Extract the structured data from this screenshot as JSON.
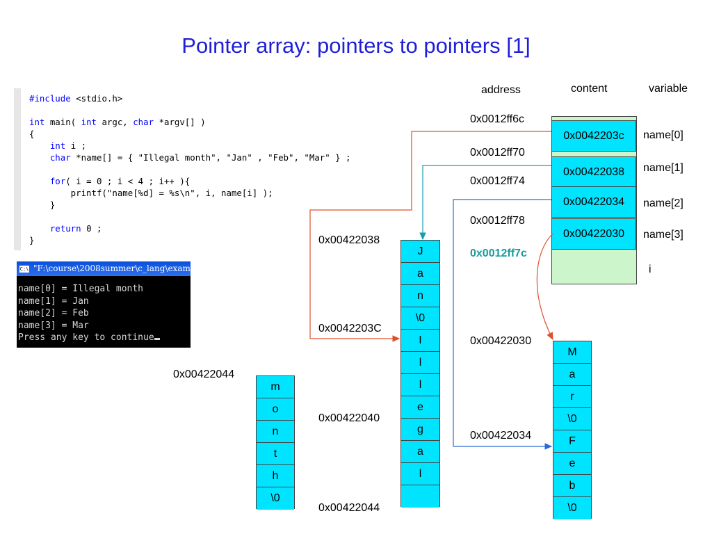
{
  "title": "Pointer array: pointers to pointers  [1]",
  "code_lines": [
    [
      {
        "t": "#include",
        "c": "pp"
      },
      {
        "t": " <stdio.h>",
        "c": ""
      }
    ],
    [],
    [
      {
        "t": "int",
        "c": "kw"
      },
      {
        "t": " main( ",
        "c": ""
      },
      {
        "t": "int",
        "c": "kw"
      },
      {
        "t": " argc, ",
        "c": ""
      },
      {
        "t": "char",
        "c": "kw"
      },
      {
        "t": " *argv[] )",
        "c": ""
      }
    ],
    [
      {
        "t": "{",
        "c": ""
      }
    ],
    [
      {
        "t": "    ",
        "c": ""
      },
      {
        "t": "int",
        "c": "kw"
      },
      {
        "t": " i ;",
        "c": ""
      }
    ],
    [
      {
        "t": "    ",
        "c": ""
      },
      {
        "t": "char",
        "c": "kw"
      },
      {
        "t": " *name[] = { \"Illegal month\", \"Jan\" , \"Feb\", \"Mar\" } ;",
        "c": ""
      }
    ],
    [],
    [
      {
        "t": "    ",
        "c": ""
      },
      {
        "t": "for",
        "c": "kw"
      },
      {
        "t": "( i = 0 ; i < 4 ; i++ ){",
        "c": ""
      }
    ],
    [
      {
        "t": "        printf(\"name[%d] = %s\\n\", i, name[i] );",
        "c": ""
      }
    ],
    [
      {
        "t": "    }",
        "c": ""
      }
    ],
    [],
    [
      {
        "t": "    ",
        "c": ""
      },
      {
        "t": "return",
        "c": "kw"
      },
      {
        "t": " 0 ;",
        "c": ""
      }
    ],
    [
      {
        "t": "}",
        "c": ""
      }
    ]
  ],
  "console": {
    "title": "\"F:\\course\\2008summer\\c_lang\\exam",
    "lines": [
      "name[0] = Illegal month",
      "name[1] = Jan",
      "name[2] = Feb",
      "name[3] = Mar",
      "Press any key to continue"
    ]
  },
  "headers": {
    "address": "address",
    "content": "content",
    "variable": "variable"
  },
  "pointer_table": {
    "addresses": [
      "0x0012ff6c",
      "0x0012ff70",
      "0x0012ff74",
      "0x0012ff78",
      "0x0012ff7c"
    ],
    "contents": [
      "0x0042203c",
      "0x00422038",
      "0x00422034",
      "0x00422030"
    ],
    "variables": [
      "name[0]",
      "name[1]",
      "name[2]",
      "name[3]",
      "i"
    ]
  },
  "string_blocks": {
    "jan_illegal": {
      "chars": [
        "J",
        "a",
        "n",
        "\\0",
        "I",
        "l",
        "l",
        "e",
        "g",
        "a",
        "l",
        ""
      ],
      "addr_labels": [
        "0x00422038",
        "0x0042203C",
        "0x00422040",
        "0x00422044"
      ]
    },
    "month": {
      "chars": [
        "m",
        "o",
        "n",
        "t",
        "h",
        "\\0"
      ],
      "addr_label": "0x00422044"
    },
    "mar_feb": {
      "chars": [
        "M",
        "a",
        "r",
        "\\0",
        "F",
        "e",
        "b",
        "\\0"
      ],
      "addr_labels": [
        "0x00422030",
        "0x00422034"
      ]
    }
  },
  "colors": {
    "title": "#1f1fd8",
    "cell": "#00e4ff",
    "memory": "#ccf5cc",
    "arrow_red": "#e0502a",
    "arrow_teal": "#1a9ab0",
    "arrow_blue": "#2a6ad8",
    "highlight": "#1a9a9a"
  }
}
